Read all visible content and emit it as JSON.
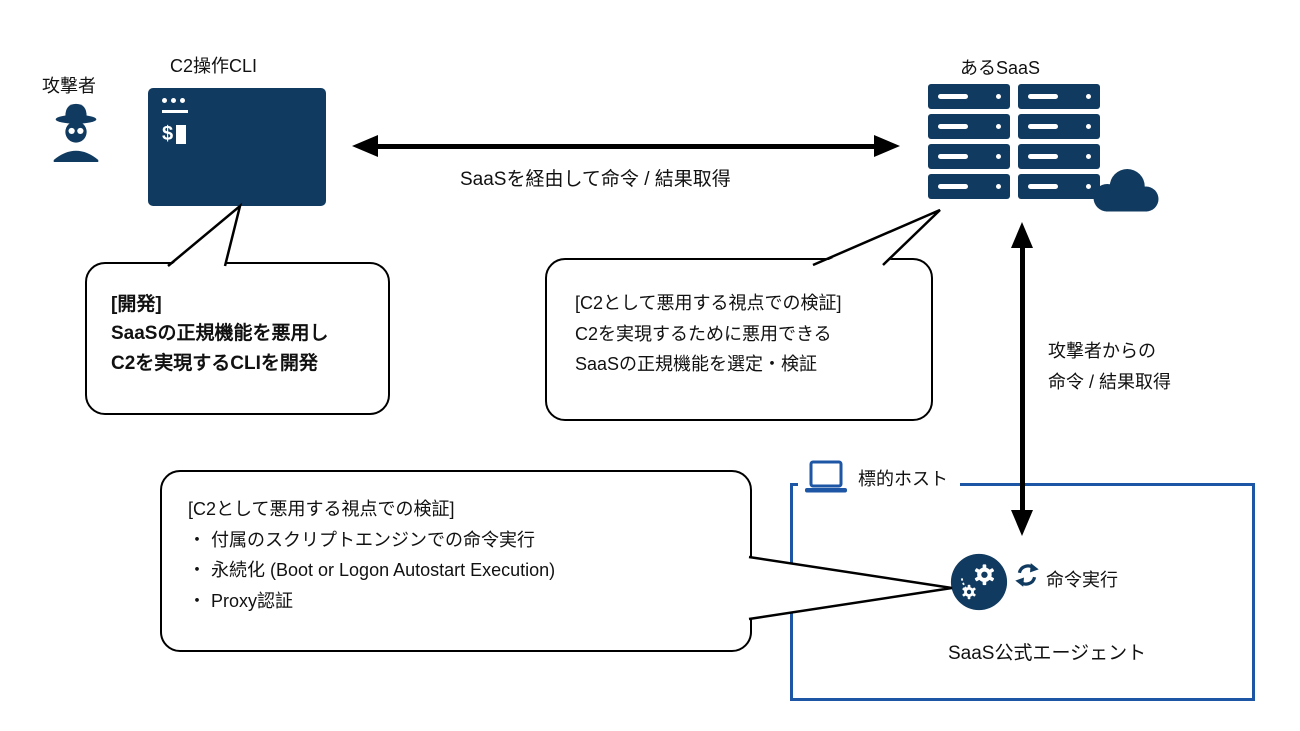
{
  "colors": {
    "navy": "#103a5f",
    "box_blue": "#1d56a5",
    "outline": "#000000"
  },
  "attacker": {
    "label": "攻撃者"
  },
  "cli": {
    "label": "C2操作CLI",
    "prompt": "$"
  },
  "top_arrow": {
    "label": "SaaSを経由して命令 / 結果取得"
  },
  "saas": {
    "label": "あるSaaS"
  },
  "bubble_dev": {
    "line1": "[開発]",
    "line2": "SaaSの正規機能を悪用し",
    "line3": "C2を実現するCLIを開発"
  },
  "bubble_verify_saas": {
    "line1": "[C2として悪用する視点での検証]",
    "line2": "C2を実現するために悪用できる",
    "line3": "SaaSの正規機能を選定・検証"
  },
  "side_arrow": {
    "line1": "攻撃者からの",
    "line2": "命令 / 結果取得"
  },
  "target_host": {
    "label": "標的ホスト",
    "command_exec_label": "命令実行",
    "agent_label": "SaaS公式エージェント"
  },
  "bubble_verify_agent": {
    "line1": "[C2として悪用する視点での検証]",
    "line2": "・ 付属のスクリプトエンジンでの命令実行",
    "line3": "・ 永続化 (Boot or Logon Autostart Execution)",
    "line4": "・ Proxy認証"
  }
}
